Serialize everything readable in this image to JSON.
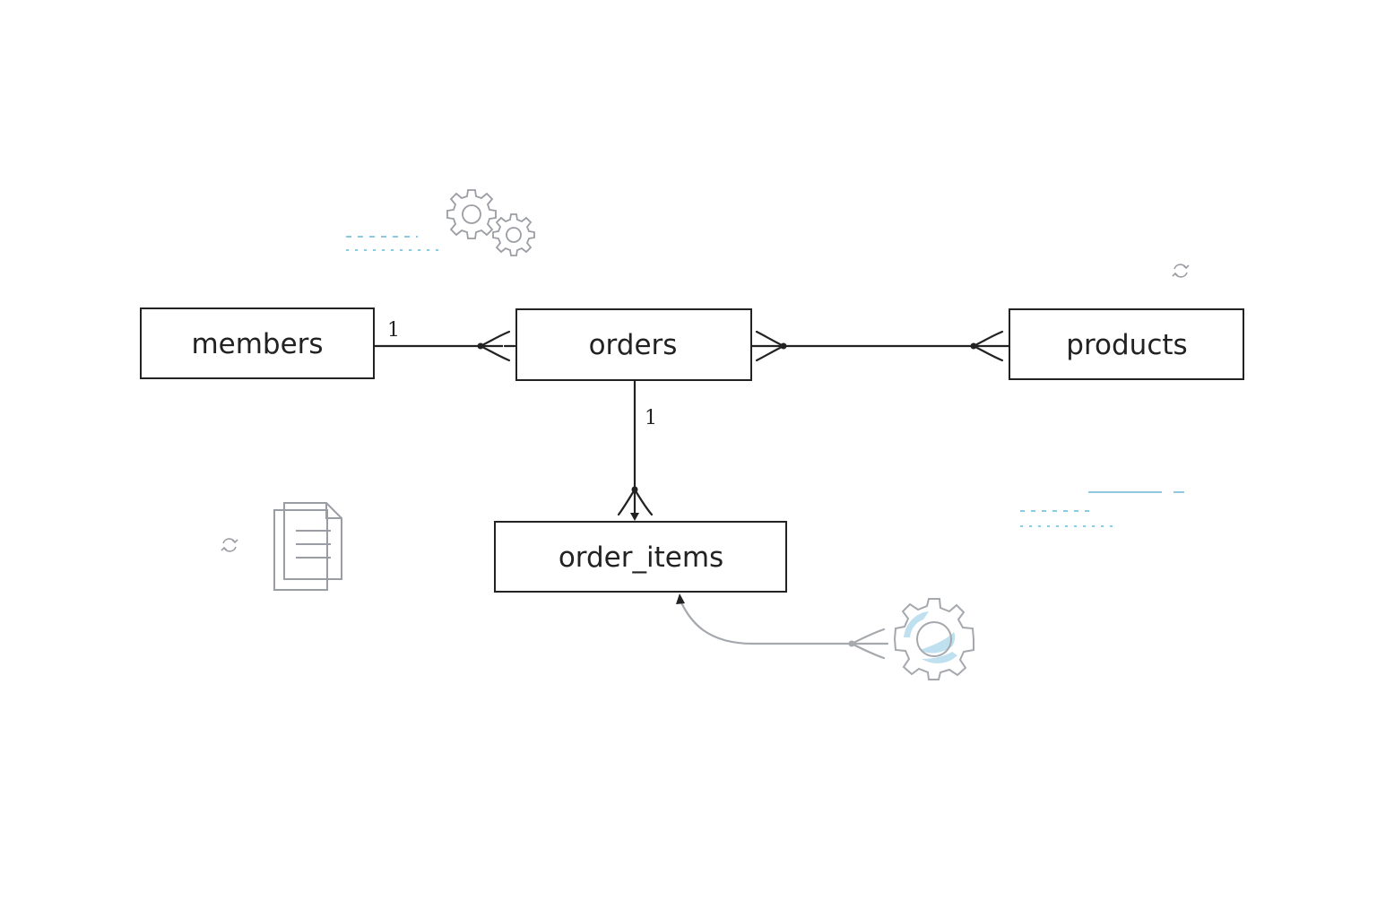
{
  "entities": {
    "members": "members",
    "orders": "orders",
    "products": "products",
    "order_items": "order_items"
  },
  "cardinality": {
    "members_orders": "1",
    "orders_order_items": "1"
  },
  "icons": {
    "gears": "gears-icon",
    "document": "document-icon",
    "refresh": "refresh-icon",
    "gear": "gear-icon"
  },
  "colors": {
    "line": "#222222",
    "decoration_grey": "#9a9da3",
    "decoration_blue": "#8ec9de"
  }
}
